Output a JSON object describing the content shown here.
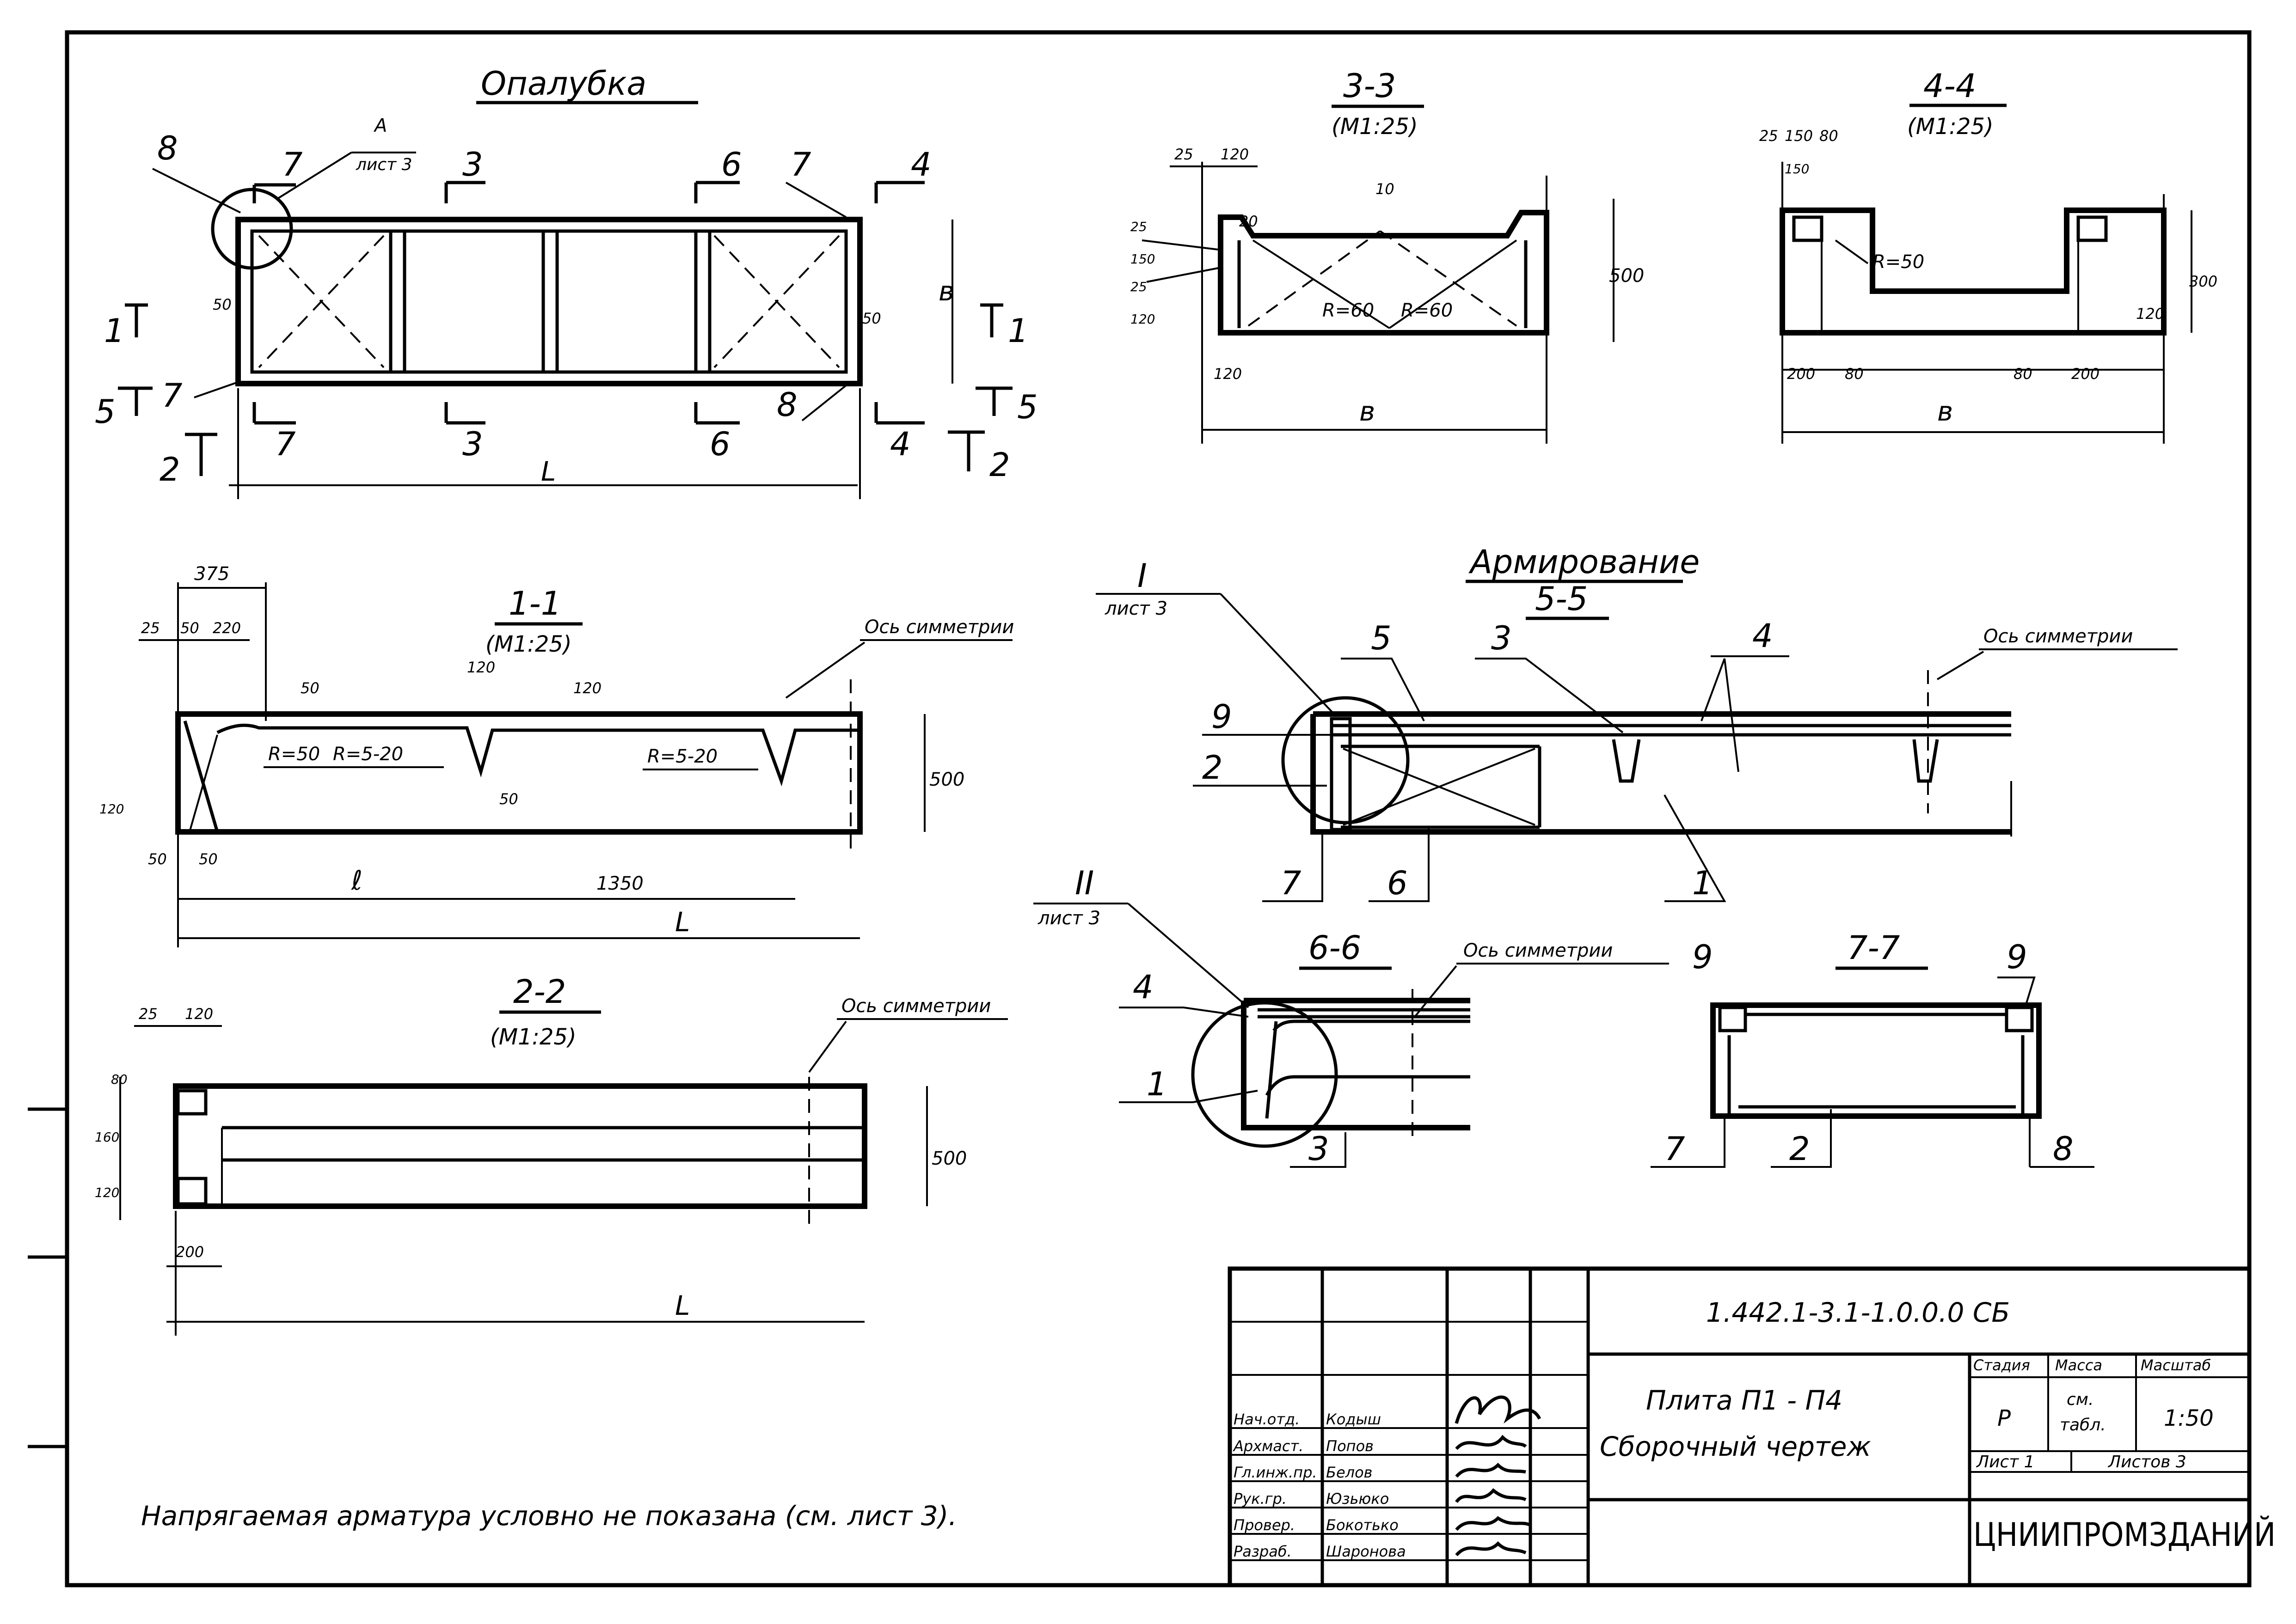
{
  "sheet": {
    "stamp_code": "1.442.1-3.1-1.0.0.0 СБ",
    "title_line1": "Плита  П1 - П4",
    "title_line2": "Сборочный  чертеж",
    "hdr_stage": "Стадия",
    "hdr_mass": "Масса",
    "hdr_scale": "Масштаб",
    "stage": "Р",
    "mass_line1": "см.",
    "mass_line2": "табл.",
    "scale": "1:50",
    "sheet_no": "Лист 1",
    "sheets_total": "Листов  3",
    "org": "ЦНИИПРОМЗДАНИЙ",
    "signers": [
      {
        "role": "Нач.отд.",
        "name": "Кодыш"
      },
      {
        "role": "Архмаст.",
        "name": "Попов"
      },
      {
        "role": "Гл.инж.пр.",
        "name": "Белов"
      },
      {
        "role": "Рук.гр.",
        "name": "Юзьюко"
      },
      {
        "role": "Провер.",
        "name": "Бокотько"
      },
      {
        "role": "Разраб.",
        "name": "Шаронова"
      }
    ]
  },
  "note": "Напрягаемая арматура условно не показана (см. лист 3).",
  "views": {
    "formwork": {
      "title": "Опалубка",
      "callout_a": "А",
      "callout_sheet": "лист 3",
      "marks": [
        "8",
        "7",
        "3",
        "6",
        "7",
        "4",
        "1",
        "1",
        "5",
        "7",
        "5",
        "2",
        "7",
        "3",
        "6",
        "8",
        "4",
        "2"
      ],
      "dims": {
        "d50a": "50",
        "d50b": "50",
        "b": "в",
        "L": "L"
      }
    },
    "s33": {
      "title": "3-3",
      "scale": "(М1:25)",
      "dims": [
        "25",
        "120",
        "25",
        "150",
        "25",
        "120",
        "R=60",
        "R=60",
        "500",
        "120",
        "в",
        "10",
        "20"
      ]
    },
    "s44": {
      "title": "4-4",
      "scale": "(М1:25)",
      "dims": [
        "25",
        "150",
        "80",
        "150",
        "R=50",
        "200",
        "80",
        "80",
        "200",
        "120",
        "300",
        "в"
      ]
    },
    "s11": {
      "title": "1-1",
      "scale": "(М1:25)",
      "axis": "Ось симметрии",
      "dims": [
        "375",
        "25",
        "50",
        "220",
        "120",
        "50",
        "R=50",
        "R=5-20",
        "R=5-20",
        "120",
        "50",
        "120",
        "500",
        "50",
        "50",
        "ℓ",
        "1350",
        "L"
      ]
    },
    "s22": {
      "title": "2-2",
      "scale": "(М1:25)",
      "axis": "Ось симметрии",
      "dims": [
        "25",
        "120",
        "80",
        "160",
        "120",
        "200",
        "500",
        "L"
      ]
    },
    "arm": {
      "title": "Армирование",
      "sub": "5-5",
      "axis": "Ось симметрии",
      "callout_1": "I",
      "callout_1_sheet": "лист 3",
      "marks": [
        "9",
        "2",
        "5",
        "3",
        "4",
        "7",
        "6",
        "1"
      ]
    },
    "s66": {
      "title": "6-6",
      "axis": "Ось симметрии",
      "callout_2": "II",
      "callout_2_sheet": "лист 3",
      "marks": [
        "9",
        "4",
        "1",
        "3"
      ]
    },
    "s77": {
      "title": "7-7",
      "marks": [
        "9",
        "7",
        "2",
        "8"
      ]
    }
  }
}
